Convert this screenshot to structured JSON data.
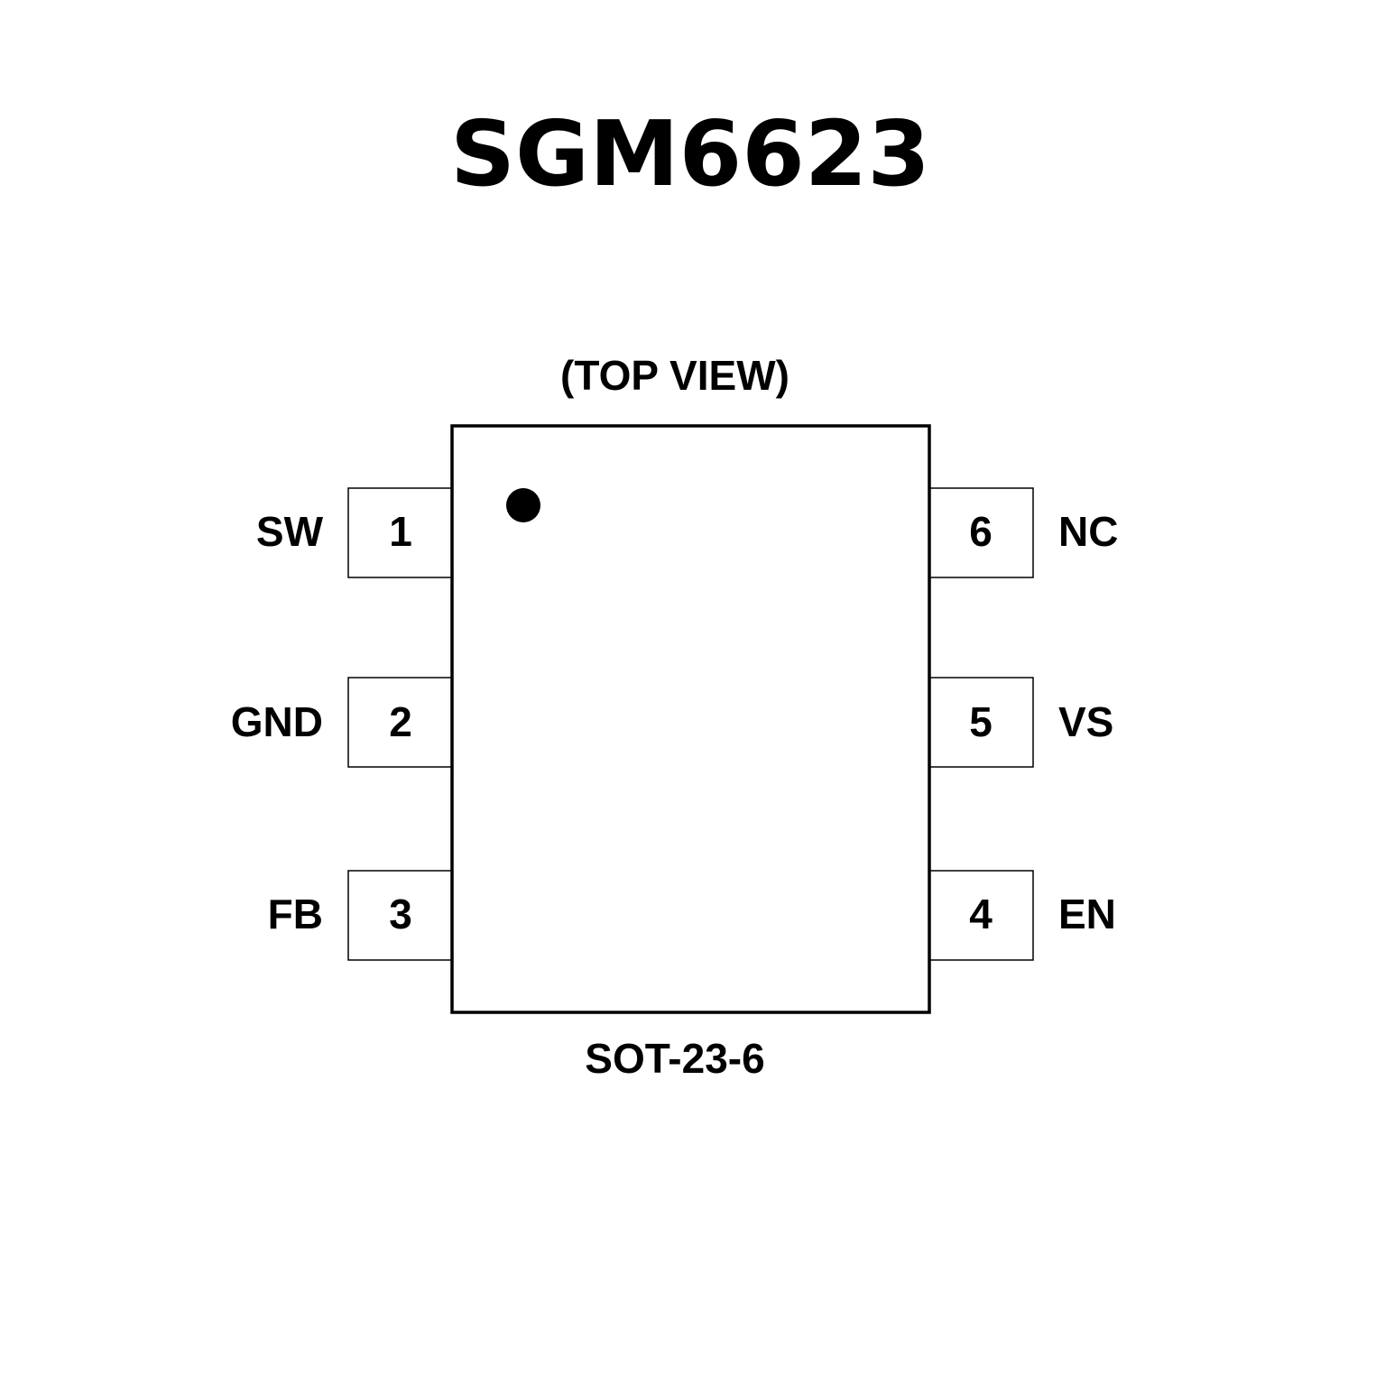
{
  "title": "SGM6623",
  "view_label": "(TOP VIEW)",
  "package": "SOT-23-6",
  "colors": {
    "ink": "#000000",
    "background": "#ffffff"
  },
  "pins": [
    {
      "number": "1",
      "name": "SW"
    },
    {
      "number": "2",
      "name": "GND"
    },
    {
      "number": "3",
      "name": "FB"
    },
    {
      "number": "4",
      "name": "EN"
    },
    {
      "number": "5",
      "name": "VS"
    },
    {
      "number": "6",
      "name": "NC"
    }
  ]
}
